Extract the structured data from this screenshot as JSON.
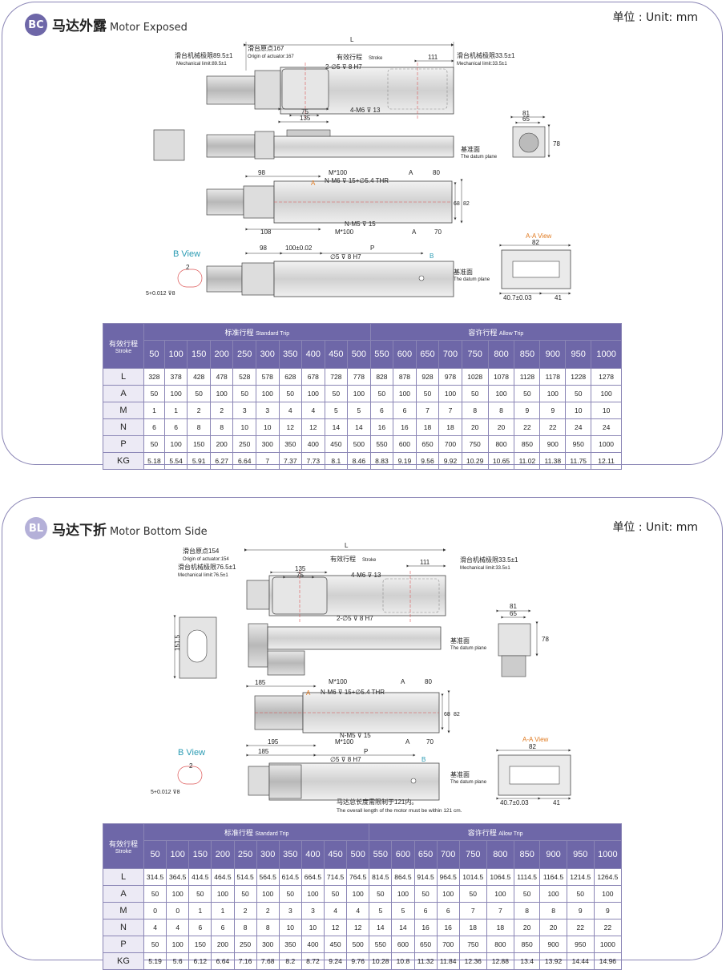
{
  "unit_label": "单位 : Unit: mm",
  "section1": {
    "badge": "BC",
    "title_cn": "马达外露",
    "title_en": "Motor Exposed",
    "labels": {
      "L": "L",
      "origin_cn": "滑台原点167",
      "origin_en": "Origin of actuator:167",
      "mech_left_cn": "滑台机械极限89.5±1",
      "mech_left_en": "Mechanical limit:89.5±1",
      "stroke_cn": "有效行程",
      "stroke_en": "Stroke",
      "d111": "111",
      "mech_right_cn": "滑台机械极限33.5±1",
      "mech_right_en": "Mechanical limit:33.5±1",
      "hole1": "2-∅5 ⊽ 8 H7",
      "d75": "75",
      "d135": "135",
      "m6": "4-M6 ⊽ 13",
      "d81": "81",
      "d65": "65",
      "d78": "78",
      "datum_cn": "基准面",
      "datum_en": "The datum plane",
      "d98": "98",
      "m100": "M*100",
      "a1": "A",
      "d80": "80",
      "nm6": "N-M6 ⊽ 15+∅5.4 THR",
      "d68": "68",
      "d82": "82",
      "nm5": "N-M5 ⊽ 15",
      "d108": "108",
      "m100b": "M*100",
      "a2": "A",
      "d70": "70",
      "bview": "B View",
      "d2": "2",
      "tol": "5+0.012 ⊽8",
      "d98b": "98",
      "d100": "100±0.02",
      "p": "P",
      "hole2": "∅5 ⊽ 8 H7",
      "b": "B",
      "aa": "A-A View",
      "d82b": "82",
      "d40": "40.7±0.03",
      "d41": "41",
      "arrowA": "A"
    }
  },
  "section2": {
    "badge": "BL",
    "title_cn": "马达下折",
    "title_en": "Motor Bottom Side",
    "labels": {
      "L": "L",
      "origin_cn": "滑台原点154",
      "origin_en": "Origin of actuator:154",
      "mech_left_cn": "滑台机械极限76.5±1",
      "mech_left_en": "Mechanical limit:76.5±1",
      "stroke_cn": "有效行程",
      "stroke_en": "Stroke",
      "d111": "111",
      "mech_right_cn": "滑台机械极限33.5±1",
      "mech_right_en": "Mechanical limit:33.5±1",
      "d135": "135",
      "d75": "75",
      "m6": "4-M6 ⊽ 13",
      "hole1": "2-∅5 ⊽ 8 H7",
      "d81": "81",
      "d65": "65",
      "d78": "78",
      "d151": "151.5",
      "datum_cn": "基准面",
      "datum_en": "The datum plane",
      "d185": "185",
      "m100": "M*100",
      "a1": "A",
      "d80": "80",
      "nm6": "N-M6 ⊽ 15+∅5.4 THR",
      "d68": "68",
      "d82": "82",
      "nm5": "N-M5 ⊽ 15",
      "d195": "195",
      "m100b": "M*100",
      "a2": "A",
      "d70": "70",
      "bview": "B View",
      "d185b": "185",
      "p": "P",
      "hole2": "∅5 ⊽ 8 H7",
      "b": "B",
      "d2": "2",
      "tol": "5+0.012 ⊽8",
      "note_cn": "马达总长度需限制于121内。",
      "note_en": "The overall length of the motor must be within 121 cm.",
      "aa": "A-A View",
      "d82b": "82",
      "d40": "40.7±0.03",
      "d41": "41",
      "arrowA": "A"
    }
  },
  "table_header": {
    "corner_cn": "有效行程",
    "corner_en": "Stroke",
    "std_cn": "标准行程",
    "std_en": "Standard Trip",
    "allow_cn": "容许行程",
    "allow_en": "Allow Trip",
    "strokes": [
      "50",
      "100",
      "150",
      "200",
      "250",
      "300",
      "350",
      "400",
      "450",
      "500",
      "550",
      "600",
      "650",
      "700",
      "750",
      "800",
      "850",
      "900",
      "950",
      "1000"
    ]
  },
  "table1": [
    {
      "label": "L",
      "values": [
        "328",
        "378",
        "428",
        "478",
        "528",
        "578",
        "628",
        "678",
        "728",
        "778",
        "828",
        "878",
        "928",
        "978",
        "1028",
        "1078",
        "1128",
        "1178",
        "1228",
        "1278"
      ]
    },
    {
      "label": "A",
      "values": [
        "50",
        "100",
        "50",
        "100",
        "50",
        "100",
        "50",
        "100",
        "50",
        "100",
        "50",
        "100",
        "50",
        "100",
        "50",
        "100",
        "50",
        "100",
        "50",
        "100"
      ]
    },
    {
      "label": "M",
      "values": [
        "1",
        "1",
        "2",
        "2",
        "3",
        "3",
        "4",
        "4",
        "5",
        "5",
        "6",
        "6",
        "7",
        "7",
        "8",
        "8",
        "9",
        "9",
        "10",
        "10"
      ]
    },
    {
      "label": "N",
      "values": [
        "6",
        "6",
        "8",
        "8",
        "10",
        "10",
        "12",
        "12",
        "14",
        "14",
        "16",
        "16",
        "18",
        "18",
        "20",
        "20",
        "22",
        "22",
        "24",
        "24"
      ]
    },
    {
      "label": "P",
      "values": [
        "50",
        "100",
        "150",
        "200",
        "250",
        "300",
        "350",
        "400",
        "450",
        "500",
        "550",
        "600",
        "650",
        "700",
        "750",
        "800",
        "850",
        "900",
        "950",
        "1000"
      ]
    },
    {
      "label": "KG",
      "values": [
        "5.18",
        "5.54",
        "5.91",
        "6.27",
        "6.64",
        "7",
        "7.37",
        "7.73",
        "8.1",
        "8.46",
        "8.83",
        "9.19",
        "9.56",
        "9.92",
        "10.29",
        "10.65",
        "11.02",
        "11.38",
        "11.75",
        "12.11"
      ]
    }
  ],
  "table2": [
    {
      "label": "L",
      "values": [
        "314.5",
        "364.5",
        "414.5",
        "464.5",
        "514.5",
        "564.5",
        "614.5",
        "664.5",
        "714.5",
        "764.5",
        "814.5",
        "864.5",
        "914.5",
        "964.5",
        "1014.5",
        "1064.5",
        "1114.5",
        "1164.5",
        "1214.5",
        "1264.5"
      ]
    },
    {
      "label": "A",
      "values": [
        "50",
        "100",
        "50",
        "100",
        "50",
        "100",
        "50",
        "100",
        "50",
        "100",
        "50",
        "100",
        "50",
        "100",
        "50",
        "100",
        "50",
        "100",
        "50",
        "100"
      ]
    },
    {
      "label": "M",
      "values": [
        "0",
        "0",
        "1",
        "1",
        "2",
        "2",
        "3",
        "3",
        "4",
        "4",
        "5",
        "5",
        "6",
        "6",
        "7",
        "7",
        "8",
        "8",
        "9",
        "9"
      ]
    },
    {
      "label": "N",
      "values": [
        "4",
        "4",
        "6",
        "6",
        "8",
        "8",
        "10",
        "10",
        "12",
        "12",
        "14",
        "14",
        "16",
        "16",
        "18",
        "18",
        "20",
        "20",
        "22",
        "22"
      ]
    },
    {
      "label": "P",
      "values": [
        "50",
        "100",
        "150",
        "200",
        "250",
        "300",
        "350",
        "400",
        "450",
        "500",
        "550",
        "600",
        "650",
        "700",
        "750",
        "800",
        "850",
        "900",
        "950",
        "1000"
      ]
    },
    {
      "label": "KG",
      "values": [
        "5.19",
        "5.6",
        "6.12",
        "6.64",
        "7.16",
        "7.68",
        "8.2",
        "8.72",
        "9.24",
        "9.76",
        "10.28",
        "10.8",
        "11.32",
        "11.84",
        "12.36",
        "12.88",
        "13.4",
        "13.92",
        "14.44",
        "14.96"
      ]
    }
  ]
}
